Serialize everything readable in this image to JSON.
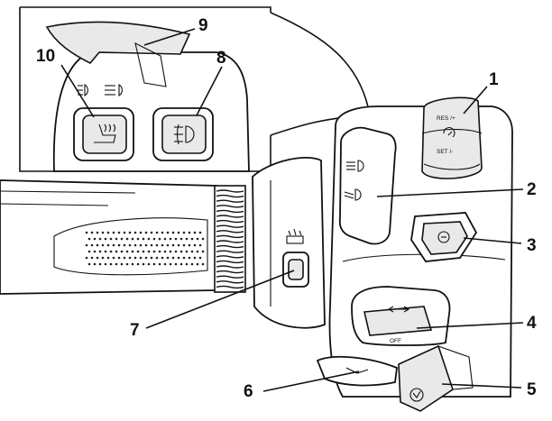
{
  "callouts": [
    {
      "id": "1",
      "label": "1"
    },
    {
      "id": "2",
      "label": "2"
    },
    {
      "id": "3",
      "label": "3"
    },
    {
      "id": "4",
      "label": "4"
    },
    {
      "id": "5",
      "label": "5"
    },
    {
      "id": "6",
      "label": "6"
    },
    {
      "id": "7",
      "label": "7"
    },
    {
      "id": "8",
      "label": "8"
    },
    {
      "id": "9",
      "label": "9"
    },
    {
      "id": "10",
      "label": "10"
    }
  ],
  "cruise_switch": {
    "res_text": "RES /+",
    "set_text": "SET /-"
  },
  "hazard_switch": {
    "off_text": "OFF"
  },
  "icons": {
    "high_beam": "high-beam-icon",
    "low_beam": "low-beam-icon",
    "fog_light": "fog-light-icon",
    "seat_heater": "seat-heater-icon",
    "cruise_control": "cruise-control-icon",
    "horn": "horn-icon",
    "turn_signal": "turn-signal-arrows-icon",
    "grip_heater": "grip-heater-icon",
    "start": "start-icon"
  }
}
